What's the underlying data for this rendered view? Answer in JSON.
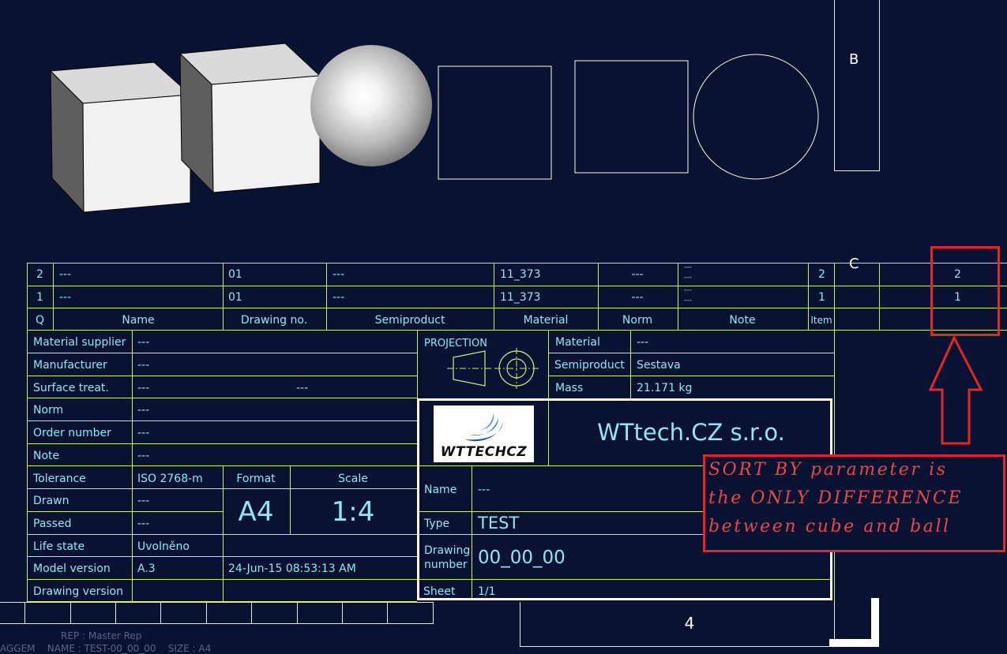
{
  "colors": {
    "background": "#0a1232",
    "line": "#cde87c",
    "text": "#8fe6f4",
    "highlight": "#e02828"
  },
  "zones": {
    "row_b": "B",
    "row_c": "C",
    "column_4": "4"
  },
  "bom": {
    "header": {
      "q": "Q",
      "name": "Name",
      "drawing_no": "Drawing no.",
      "semiproduct": "Semiproduct",
      "material": "Material",
      "norm": "Norm",
      "note": "Note",
      "item": "Item"
    },
    "rows": [
      {
        "q": "2",
        "name": "---",
        "drawing_no": "01",
        "semiproduct": "---",
        "material": "11_373",
        "norm": "---",
        "note_1": "---",
        "note_2": "---",
        "item": "2",
        "sort_value": "2"
      },
      {
        "q": "1",
        "name": "---",
        "drawing_no": "01",
        "semiproduct": "---",
        "material": "11_373",
        "norm": "---",
        "note_1": "---",
        "note_2": "---",
        "item": "1",
        "sort_value": "1"
      }
    ]
  },
  "left_block": {
    "material_supplier": {
      "label": "Material supplier",
      "value": "---"
    },
    "manufacturer": {
      "label": "Manufacturer",
      "value": "---"
    },
    "surface_treat": {
      "label": "Surface treat.",
      "value": "---",
      "value2": "---"
    },
    "norm": {
      "label": "Norm",
      "value": "---"
    },
    "order_number": {
      "label": "Order number",
      "value": "---"
    },
    "note": {
      "label": "Note",
      "value": "---"
    },
    "tolerance": {
      "label": "Tolerance",
      "value": "ISO 2768-m"
    },
    "drawn": {
      "label": "Drawn",
      "value": "---"
    },
    "passed": {
      "label": "Passed",
      "value": "---"
    },
    "life_state": {
      "label": "Life state",
      "value": "Uvolněno"
    },
    "model_version": {
      "label": "Model version",
      "value": "A.3",
      "date": "24-Jun-15 08:53:13 AM"
    },
    "drawing_version": {
      "label": "Drawing version"
    }
  },
  "format": {
    "label": "Format",
    "value": "A4"
  },
  "scale": {
    "label": "Scale",
    "value": "1:4"
  },
  "projection": {
    "label": "PROJECTION",
    "icon": "first-angle-projection-icon"
  },
  "right_block": {
    "material": {
      "label": "Material",
      "value": "---"
    },
    "semiproduct": {
      "label": "Semiproduct",
      "value": "Sestava"
    },
    "mass": {
      "label": "Mass",
      "value": "21.171 kg"
    }
  },
  "title_block": {
    "logo_text": "WTTECHCZ",
    "company": "WTtech.CZ s.r.o.",
    "name": {
      "label": "Name",
      "value": "---"
    },
    "type": {
      "label": "Type",
      "value": "TEST"
    },
    "drawing_number": {
      "label_1": "Drawing",
      "label_2": "number",
      "value": "00_00_00"
    },
    "sheet": {
      "label": "Sheet",
      "value": "1/1"
    }
  },
  "callout": {
    "line_1": "SORT BY parameter is",
    "line_2": "the ONLY DIFFERENCE",
    "line_3": "between cube and ball"
  },
  "status_bar": {
    "rep": "REP : Master Rep",
    "bottom": "AGGEM    NAME : TEST-00_00_00    SIZE : A4"
  },
  "models": [
    "cube-shaded",
    "cube-shaded",
    "sphere-shaded",
    "square-wireframe",
    "square-wireframe",
    "circle-wireframe"
  ]
}
